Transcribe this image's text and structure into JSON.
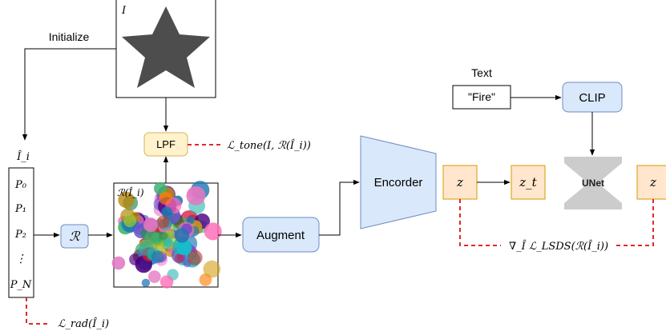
{
  "image_box": {
    "label": "I"
  },
  "initialize_label": "Initialize",
  "params_box": {
    "header": "Î_i",
    "items": [
      "P₀",
      "P₁",
      "P₂",
      "⋮",
      "P_N"
    ]
  },
  "lpf_label": "LPF",
  "tone_loss": "ℒ_tone(I, ℛ(Î_i))",
  "render_op": "ℛ",
  "rendered_box": {
    "label": "ℛ(Î_i)"
  },
  "augment_label": "Augment",
  "encoder_label": "Encorder",
  "z_label": "z",
  "zt_label": "z_t",
  "text_label": "Text",
  "prompt_label": "\"Fire\"",
  "clip_label": "CLIP",
  "unet_label": "UNet",
  "z_right_label": "z",
  "lsds_loss": "∇_Î ℒ_LSDS(ℛ(Î_i))",
  "rad_loss": "ℒ_rad(Î_i)",
  "colors": {
    "blue_fill": "#dae8fc",
    "blue_stroke": "#6c8ebf",
    "orange_fill": "#ffe6cc",
    "orange_stroke": "#d79b00",
    "yellow_fill": "#fff2cc",
    "yellow_stroke": "#d6b656",
    "dashed_red": "#e3282b",
    "star": "#4d4d4d",
    "unet": "#cccccc"
  }
}
